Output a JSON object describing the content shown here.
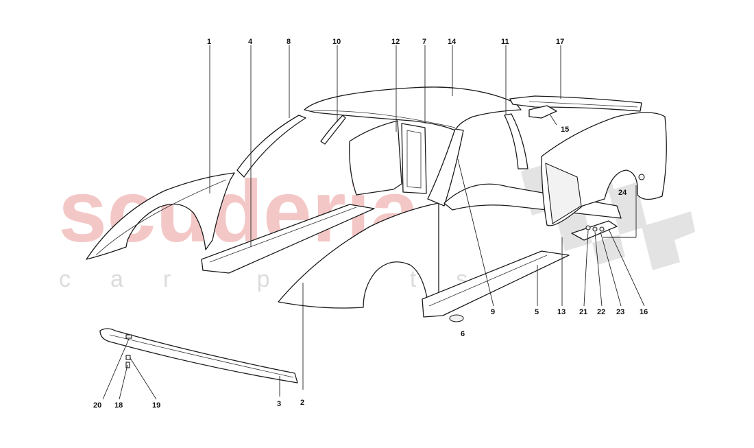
{
  "watermark": {
    "brand": "scuderia",
    "sub": "car parts",
    "brand_color": "#f4c7c7",
    "sub_color": "#dcdcdc"
  },
  "callouts": {
    "c1": "1",
    "c2": "2",
    "c3": "3",
    "c4": "4",
    "c5": "5",
    "c6": "6",
    "c7": "7",
    "c8": "8",
    "c9": "9",
    "c10": "10",
    "c11": "11",
    "c12": "12",
    "c13": "13",
    "c14": "14",
    "c15": "15",
    "c16": "16",
    "c17": "17",
    "c18": "18",
    "c19": "19",
    "c20": "20",
    "c21": "21",
    "c22": "22",
    "c23": "23",
    "c24": "24"
  }
}
